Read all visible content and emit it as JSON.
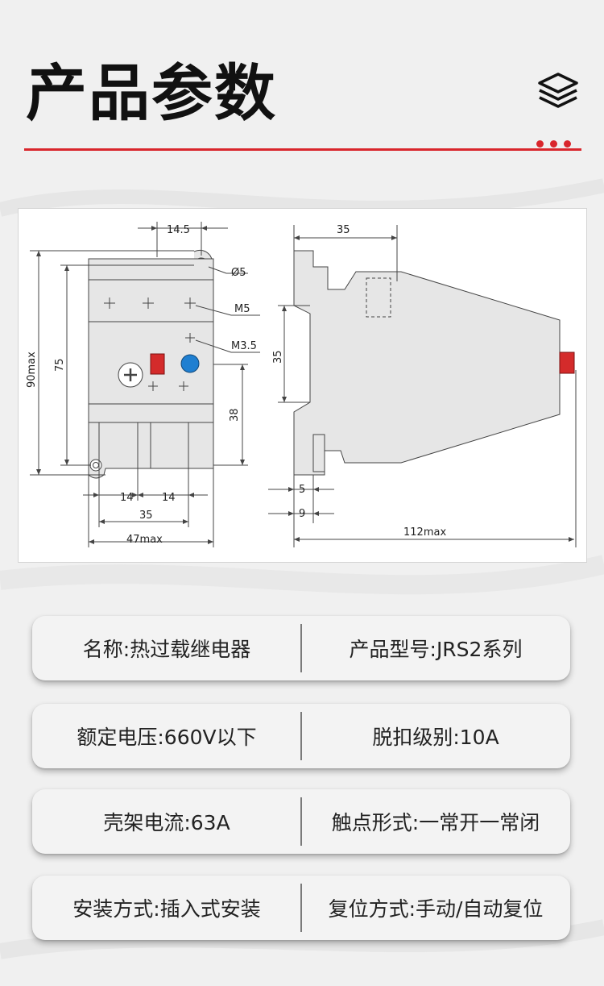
{
  "header": {
    "title": "产品参数",
    "icon": "layers-icon",
    "accent_color": "#d9262c"
  },
  "diagram": {
    "front_view": {
      "dims": [
        "14.5",
        "Ø5",
        "M5",
        "M3.5",
        "90max",
        "75",
        "38",
        "14",
        "14",
        "35",
        "47max"
      ]
    },
    "side_view": {
      "dims": [
        "35",
        "35",
        "5",
        "9",
        "112max"
      ]
    },
    "terminal_colors": {
      "reset_button": "#d42b2b",
      "adjust_knob": "#1f7fd1"
    }
  },
  "specs": [
    {
      "left": "名称:热过载继电器",
      "right": "产品型号:JRS2系列"
    },
    {
      "left": "额定电压:660V以下",
      "right": "脱扣级别:10A"
    },
    {
      "left": "壳架电流:63A",
      "right": "触点形式:一常开一常闭"
    },
    {
      "left": "安装方式:插入式安装",
      "right": "复位方式:手动/自动复位"
    }
  ]
}
